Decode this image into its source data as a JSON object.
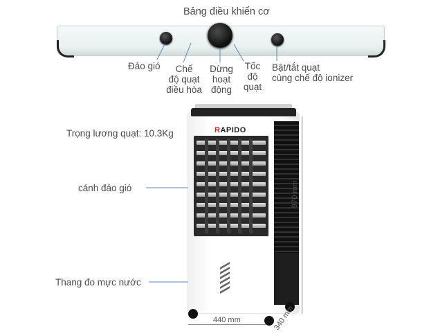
{
  "title": "Bảng điều khiển cơ",
  "controls": [
    {
      "label": "Đảo gió"
    },
    {
      "label_lines": [
        "Chế",
        "độ quạt",
        "điều hòa"
      ]
    },
    {
      "label_lines": [
        "Dừng",
        "hoạt",
        "động"
      ]
    },
    {
      "label_lines": [
        "Tốc",
        "độ",
        "quạt"
      ]
    },
    {
      "label_lines": [
        "Bật/tắt quạt",
        "cùng chế độ ionizer"
      ]
    }
  ],
  "weight_label": "Trọng lương quạt: 10.3Kg",
  "louver_label": "cánh đảo gió",
  "water_gauge_label": "Thang đo mực nước",
  "brand": {
    "prefix": "R",
    "name": "APIDO"
  },
  "dimensions": {
    "height": "970 mm",
    "width": "440 mm",
    "depth": "340 mm"
  },
  "colors": {
    "callout_line": "#5b84c4",
    "brand_red": "#d2232a"
  }
}
